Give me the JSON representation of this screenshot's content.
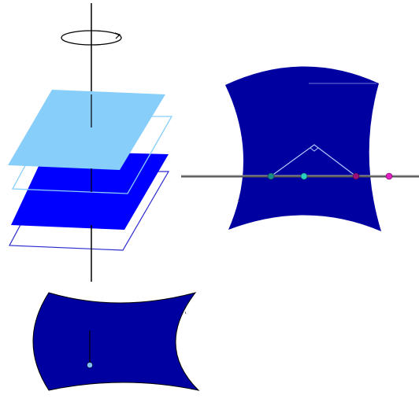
{
  "figure": {
    "colors": {
      "background": "#ffffff",
      "deep_blue": "#0000a0",
      "bright_blue": "#0000ff",
      "light_blue": "#87cefa",
      "outline_light": "#87cefa",
      "outline_dark": "#2a2ad0",
      "axis": "#000000",
      "horizontal_axis": "#555555",
      "geodesic_line": "#b0c8ff",
      "point_teal": "#1a8a8a",
      "point_cyan": "#2ad0c0",
      "point_magenta_dark": "#a0107a",
      "point_magenta": "#e020c0",
      "center_point": "#7fbfff"
    },
    "icons": {
      "rotation": "rotation-arrow-icon"
    },
    "panels": {
      "stacked_planes": "stacked-planes",
      "curved_surface_with_points": "curved-surface-with-points",
      "curved_surface_with_center": "curved-surface-with-center"
    }
  }
}
